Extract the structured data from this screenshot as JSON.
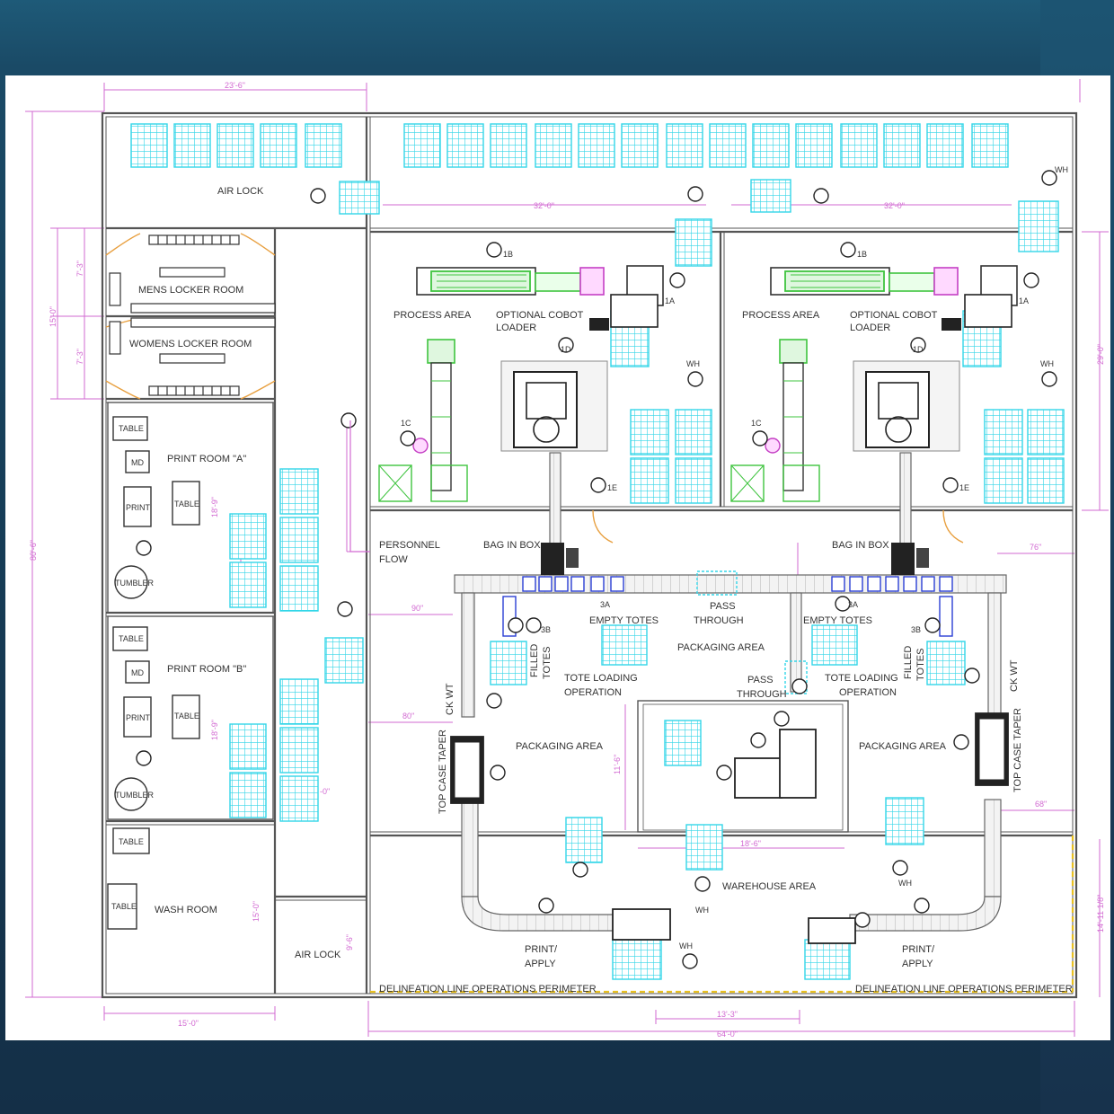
{
  "plan": {
    "rooms": {
      "air_lock_top": "AIR LOCK",
      "air_lock_bottom": "AIR LOCK",
      "mens_locker": "MENS LOCKER ROOM",
      "womens_locker": "WOMENS LOCKER ROOM",
      "print_room_a": "PRINT ROOM \"A\"",
      "print_room_b": "PRINT ROOM \"B\"",
      "wash_room": "WASH ROOM",
      "process_area_left": "PROCESS AREA",
      "process_area_right": "PROCESS AREA",
      "packaging_area_center": "PACKAGING AREA",
      "packaging_area_left": "PACKAGING AREA",
      "packaging_area_right": "PACKAGING AREA",
      "warehouse_area": "WAREHOUSE AREA"
    },
    "labels": {
      "cobot_loader_left_1": "OPTIONAL COBOT",
      "cobot_loader_left_2": "LOADER",
      "cobot_loader_right_1": "OPTIONAL COBOT",
      "cobot_loader_right_2": "LOADER",
      "personnel_flow_1": "PERSONNEL",
      "personnel_flow_2": "FLOW",
      "bag_in_box_left": "BAG IN BOX",
      "bag_in_box_right": "BAG IN BOX",
      "empty_totes_left": "EMPTY TOTES",
      "empty_totes_right": "EMPTY TOTES",
      "pass_through_top_1": "PASS",
      "pass_through_top_2": "THROUGH",
      "pass_through_mid_1": "PASS",
      "pass_through_mid_2": "THROUGH",
      "tote_loading_left_1": "TOTE LOADING",
      "tote_loading_left_2": "OPERATION",
      "tote_loading_right_1": "TOTE LOADING",
      "tote_loading_right_2": "OPERATION",
      "filled_totes_left_1": "FILLED",
      "filled_totes_left_2": "TOTES",
      "filled_totes_right_1": "FILLED",
      "filled_totes_right_2": "TOTES",
      "top_case_taper_left": "TOP CASE TAPER",
      "top_case_taper_right": "TOP CASE TAPER",
      "ck_wt_left": "CK WT",
      "ck_wt_right": "CK WT",
      "print_apply_left_1": "PRINT/",
      "print_apply_left_2": "APPLY",
      "print_apply_right_1": "PRINT/",
      "print_apply_right_2": "APPLY",
      "delineation_left": "DELINEATION LINE OPERATIONS PERIMETER",
      "delineation_right": "DELINEATION LINE OPERATIONS PERIMETER"
    },
    "equipment": {
      "table": "TABLE",
      "md": "MD",
      "print": "PRINT",
      "tumbler": "TUMBLER"
    },
    "stations": {
      "s1a": "1A",
      "s1b": "1B",
      "s1c": "1C",
      "s1d": "1D",
      "s1e": "1E",
      "s3a": "3A",
      "s3b": "3B",
      "wh": "WH"
    },
    "dimensions": {
      "top_width": "23'-6\"",
      "span_left": "32'-0\"",
      "span_right": "32'-0\"",
      "overall_height": "80'-6\"",
      "locker_total": "15'-0\"",
      "locker_a": "7'-3\"",
      "locker_b": "7'-3\"",
      "print_a": "18'-9\"",
      "print_b": "18'-9\"",
      "wash": "15'-0\"",
      "corridor": "-0\"",
      "bottom_left": "15'-0\"",
      "bottom_center": "13'-3\"",
      "bottom_total": "64'-0\"",
      "right_upper": "29'-0\"",
      "right_lower": "14'-11 1/8\"",
      "d90": "90\"",
      "d80": "80\"",
      "d76": "76\"",
      "d68": "68\"",
      "d116": "11'-6\"",
      "d186": "18'-6\"",
      "d9": "9'-6\""
    },
    "colors": {
      "wall": "#555555",
      "cyan": "#33d6e8",
      "magenta_dim": "#d26ad2",
      "green_equip": "#3fc43f",
      "blue_tote": "#2a3fd4",
      "orange_door": "#e8a040",
      "yellow_line": "#e8c020"
    }
  }
}
